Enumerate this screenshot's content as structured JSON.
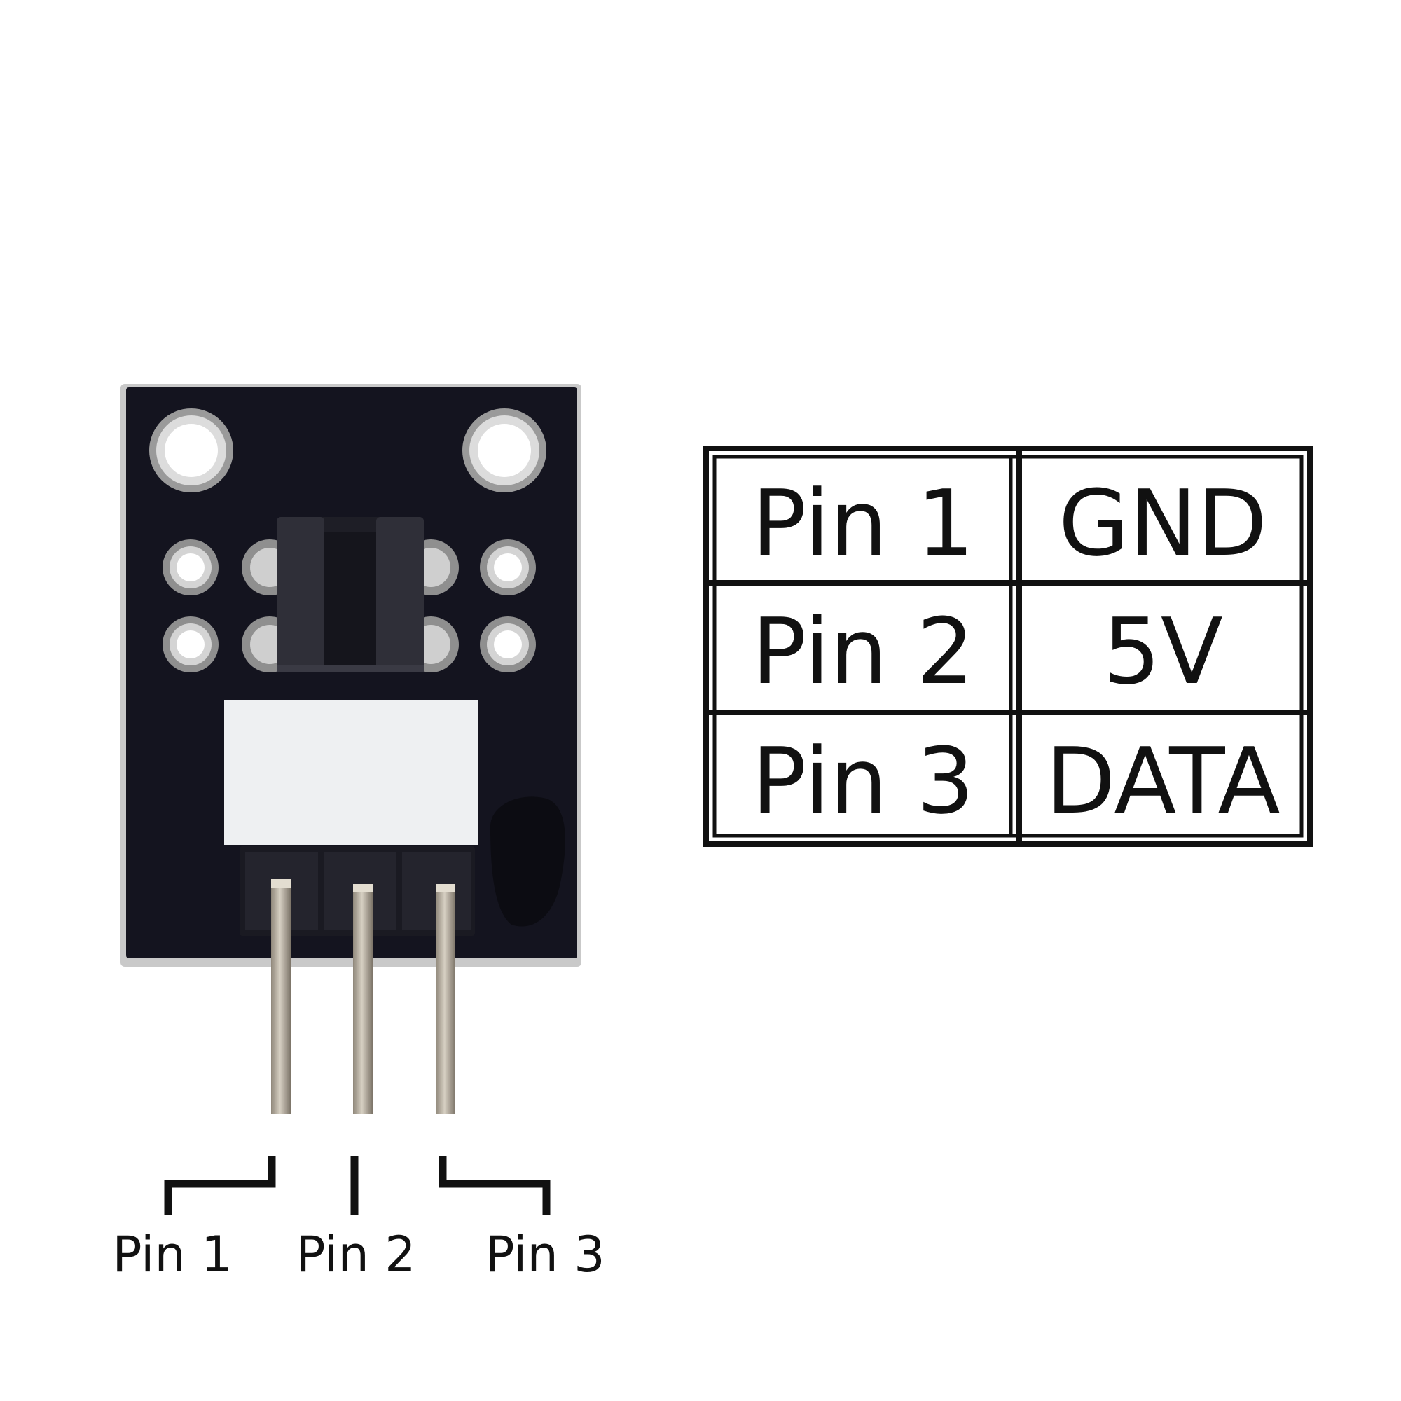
{
  "pin_table": {
    "rows": [
      {
        "pin": "Pin 1",
        "signal": "GND"
      },
      {
        "pin": "Pin 2",
        "signal": "5V"
      },
      {
        "pin": "Pin 3",
        "signal": "DATA"
      }
    ]
  },
  "pin_labels": [
    "Pin 1",
    "Pin 2",
    "Pin 3"
  ],
  "colors": {
    "background": "#ffffff",
    "board": "#14141f",
    "board_edge": "#c8c8c8",
    "header_pins": "#b9b0a0",
    "sensor_block": "#2a2a33",
    "label_sticker": "#eef0f2",
    "text": "#111111"
  }
}
